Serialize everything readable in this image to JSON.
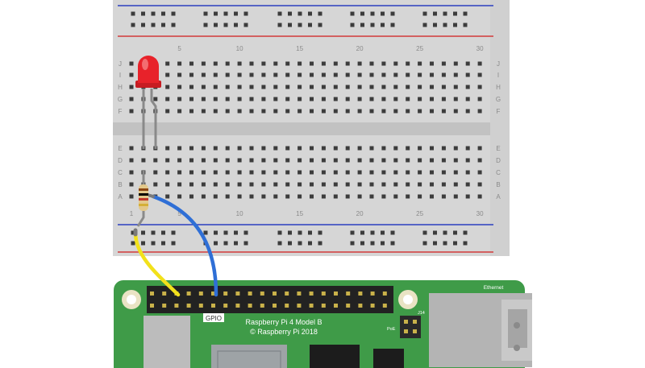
{
  "breadboard": {
    "column_numbers": [
      "5",
      "10",
      "15",
      "20",
      "25",
      "30"
    ],
    "column_numbers_bottom": [
      "1",
      "5",
      "10",
      "15",
      "20",
      "25",
      "30"
    ],
    "row_letters_top": [
      "J",
      "I",
      "H",
      "G",
      "F"
    ],
    "row_letters_bottom": [
      "E",
      "D",
      "C",
      "B",
      "A"
    ],
    "rail_colors": {
      "positive": "#d23a3a",
      "negative": "#2b3fbf"
    }
  },
  "components": {
    "led": {
      "name": "LED",
      "color": "#e8222a"
    },
    "resistor": {
      "name": "resistor",
      "bands": [
        "#8b4513",
        "#000000",
        "#c0392b",
        "#d4af37"
      ]
    },
    "wires": [
      {
        "name": "yellow-wire",
        "color": "#f2e11b"
      },
      {
        "name": "blue-wire",
        "color": "#2f6fd6"
      }
    ]
  },
  "board": {
    "gpio_label": "GPIO",
    "model_line": "Raspberry Pi 4 Model B",
    "copyright_line": "© Raspberry Pi 2018",
    "ethernet_label": "Ethernet",
    "j14_label": "J14",
    "poe_label": "PoE",
    "pcb_color": "#3f9b48"
  }
}
